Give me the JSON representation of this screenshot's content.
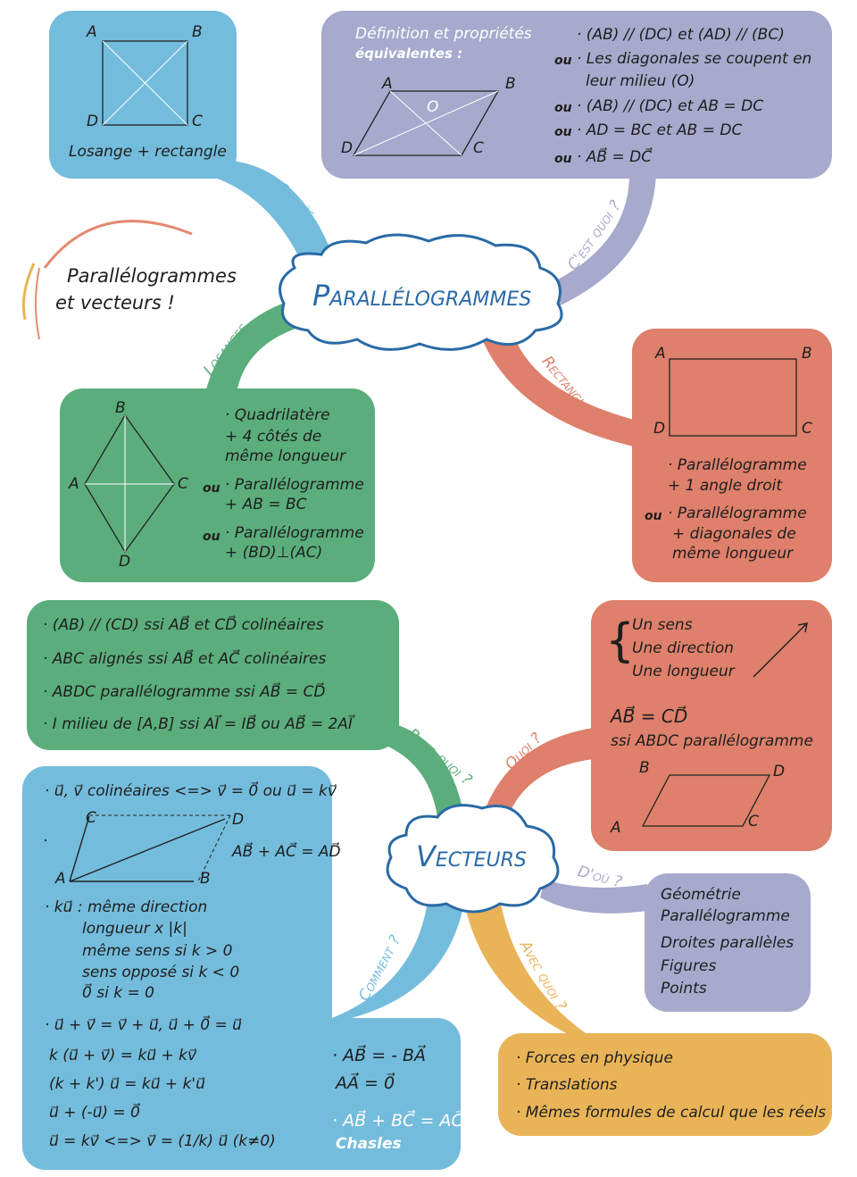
{
  "title": {
    "line1": "Parallélogrammes",
    "line2": "et vecteurs !"
  },
  "center1": "Parallélogrammes",
  "center2": "Vecteurs",
  "branches": {
    "carres": "Carrés",
    "cest_quoi": "C'est quoi ?",
    "losanges": "Losanges",
    "rectangles": "Rectangles",
    "pour_quoi": "Pour quoi ?",
    "quoi": "Quoi ?",
    "dou": "D'où ?",
    "comment": "Comment ?",
    "avec_quoi": "Avec quoi ?"
  },
  "carre": {
    "labels": [
      "A",
      "B",
      "C",
      "D"
    ],
    "caption": "Losange + rectangle"
  },
  "definition": {
    "heading1": "Définition et propriétés",
    "heading2": "équivalentes :",
    "labels": [
      "A",
      "B",
      "C",
      "D",
      "O"
    ],
    "ou": "ou",
    "items": [
      "· (AB) // (DC) et (AD) // (BC)",
      "· Les diagonales se coupent en",
      "leur milieu (O)",
      "· (AB) // (DC) et AB = DC",
      "· AD = BC et AB = DC",
      "· AB⃗ = DC⃗"
    ]
  },
  "losange": {
    "labels": [
      "A",
      "B",
      "C",
      "D"
    ],
    "ou": "ou",
    "items": [
      "· Quadrilatère",
      "+ 4 côtés de",
      "même longueur",
      "· Parallélogramme",
      "+ AB = BC",
      "· Parallélogramme",
      "+ (BD)⊥(AC)"
    ]
  },
  "rectangle": {
    "labels": [
      "A",
      "B",
      "C",
      "D"
    ],
    "ou": "ou",
    "items": [
      "· Parallélogramme",
      "+ 1 angle droit",
      "· Parallélogramme",
      "+ diagonales de",
      "même longueur"
    ]
  },
  "pourquoi": {
    "items": [
      "· (AB) // (CD) ssi AB⃗ et CD⃗ colinéaires",
      "· ABC alignés ssi AB⃗ et AC⃗ colinéaires",
      "· ABDC parallélogramme ssi AB⃗ = CD⃗",
      "· I milieu de [A,B] ssi AI⃗ = IB⃗ ou AB⃗ = 2AI⃗"
    ]
  },
  "quoi": {
    "items": [
      "Un sens",
      "Une direction",
      "Une longueur"
    ],
    "eq": "AB⃗ = CD⃗",
    "eq2": "ssi ABDC parallélogramme",
    "labels": [
      "A",
      "B",
      "C",
      "D"
    ]
  },
  "comment": {
    "items": [
      "· u⃗, v⃗ colinéaires <=> v⃗ = 0⃗ ou u⃗ = kv⃗",
      "·",
      "· ku⃗ : même direction",
      "longueur x |k|",
      "même sens si k > 0",
      "sens opposé si k < 0",
      "0⃗ si k = 0",
      "· u⃗ + v⃗ = v⃗ + u⃗, u⃗ + 0⃗ = u⃗",
      "k (u⃗ + v⃗) = ku⃗ + kv⃗",
      "(k + k') u⃗ = ku⃗ + k'u⃗",
      "u⃗ + (-u⃗) = 0⃗",
      "u⃗ = kv⃗ <=> v⃗ = (1/k) u⃗  (k≠0)"
    ],
    "diagram_eq": "AB⃗ + AC⃗ = AD⃗",
    "labels": [
      "A",
      "B",
      "C",
      "D"
    ],
    "extra": [
      "· AB⃗ = - BA⃗",
      "AA⃗ = 0⃗",
      "· AB⃗ + BC⃗ = AC⃗",
      "Chasles"
    ]
  },
  "dou": {
    "items": [
      "Géométrie",
      "Parallélogramme",
      "Droites parallèles",
      "Figures",
      "Points"
    ]
  },
  "avecquoi": {
    "items": [
      "· Forces en physique",
      "· Translations",
      "· Mêmes formules de calcul que les réels"
    ]
  },
  "colors": {
    "blue": "#74bcdc",
    "purple": "#a7a9cd",
    "green": "#5bae7c",
    "red": "#de806b",
    "orange": "#e9b458",
    "cloud": "#2a6aa6"
  }
}
